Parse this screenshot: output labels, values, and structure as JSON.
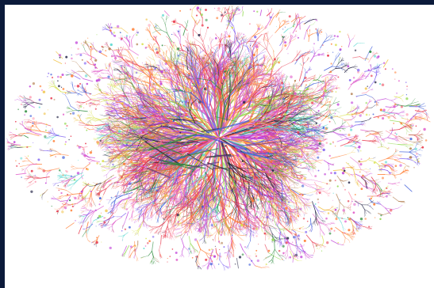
{
  "image": {
    "subject": "internet-topology-network-map",
    "background_color": "#ffffff",
    "frame_color": "#0b1a3a"
  },
  "palette": [
    "#e8364a",
    "#ff7a2e",
    "#c040d8",
    "#e05ac8",
    "#7a5cf0",
    "#3a5ad8",
    "#8fd84a",
    "#d8e04a",
    "#5ad8d0",
    "#ff9ab0",
    "#b07a4a",
    "#2a8a3a",
    "#f0c040",
    "#222244"
  ],
  "palette_weights": [
    3,
    3,
    3,
    2,
    1,
    1,
    1,
    1,
    1,
    1,
    1,
    1,
    1,
    1
  ]
}
